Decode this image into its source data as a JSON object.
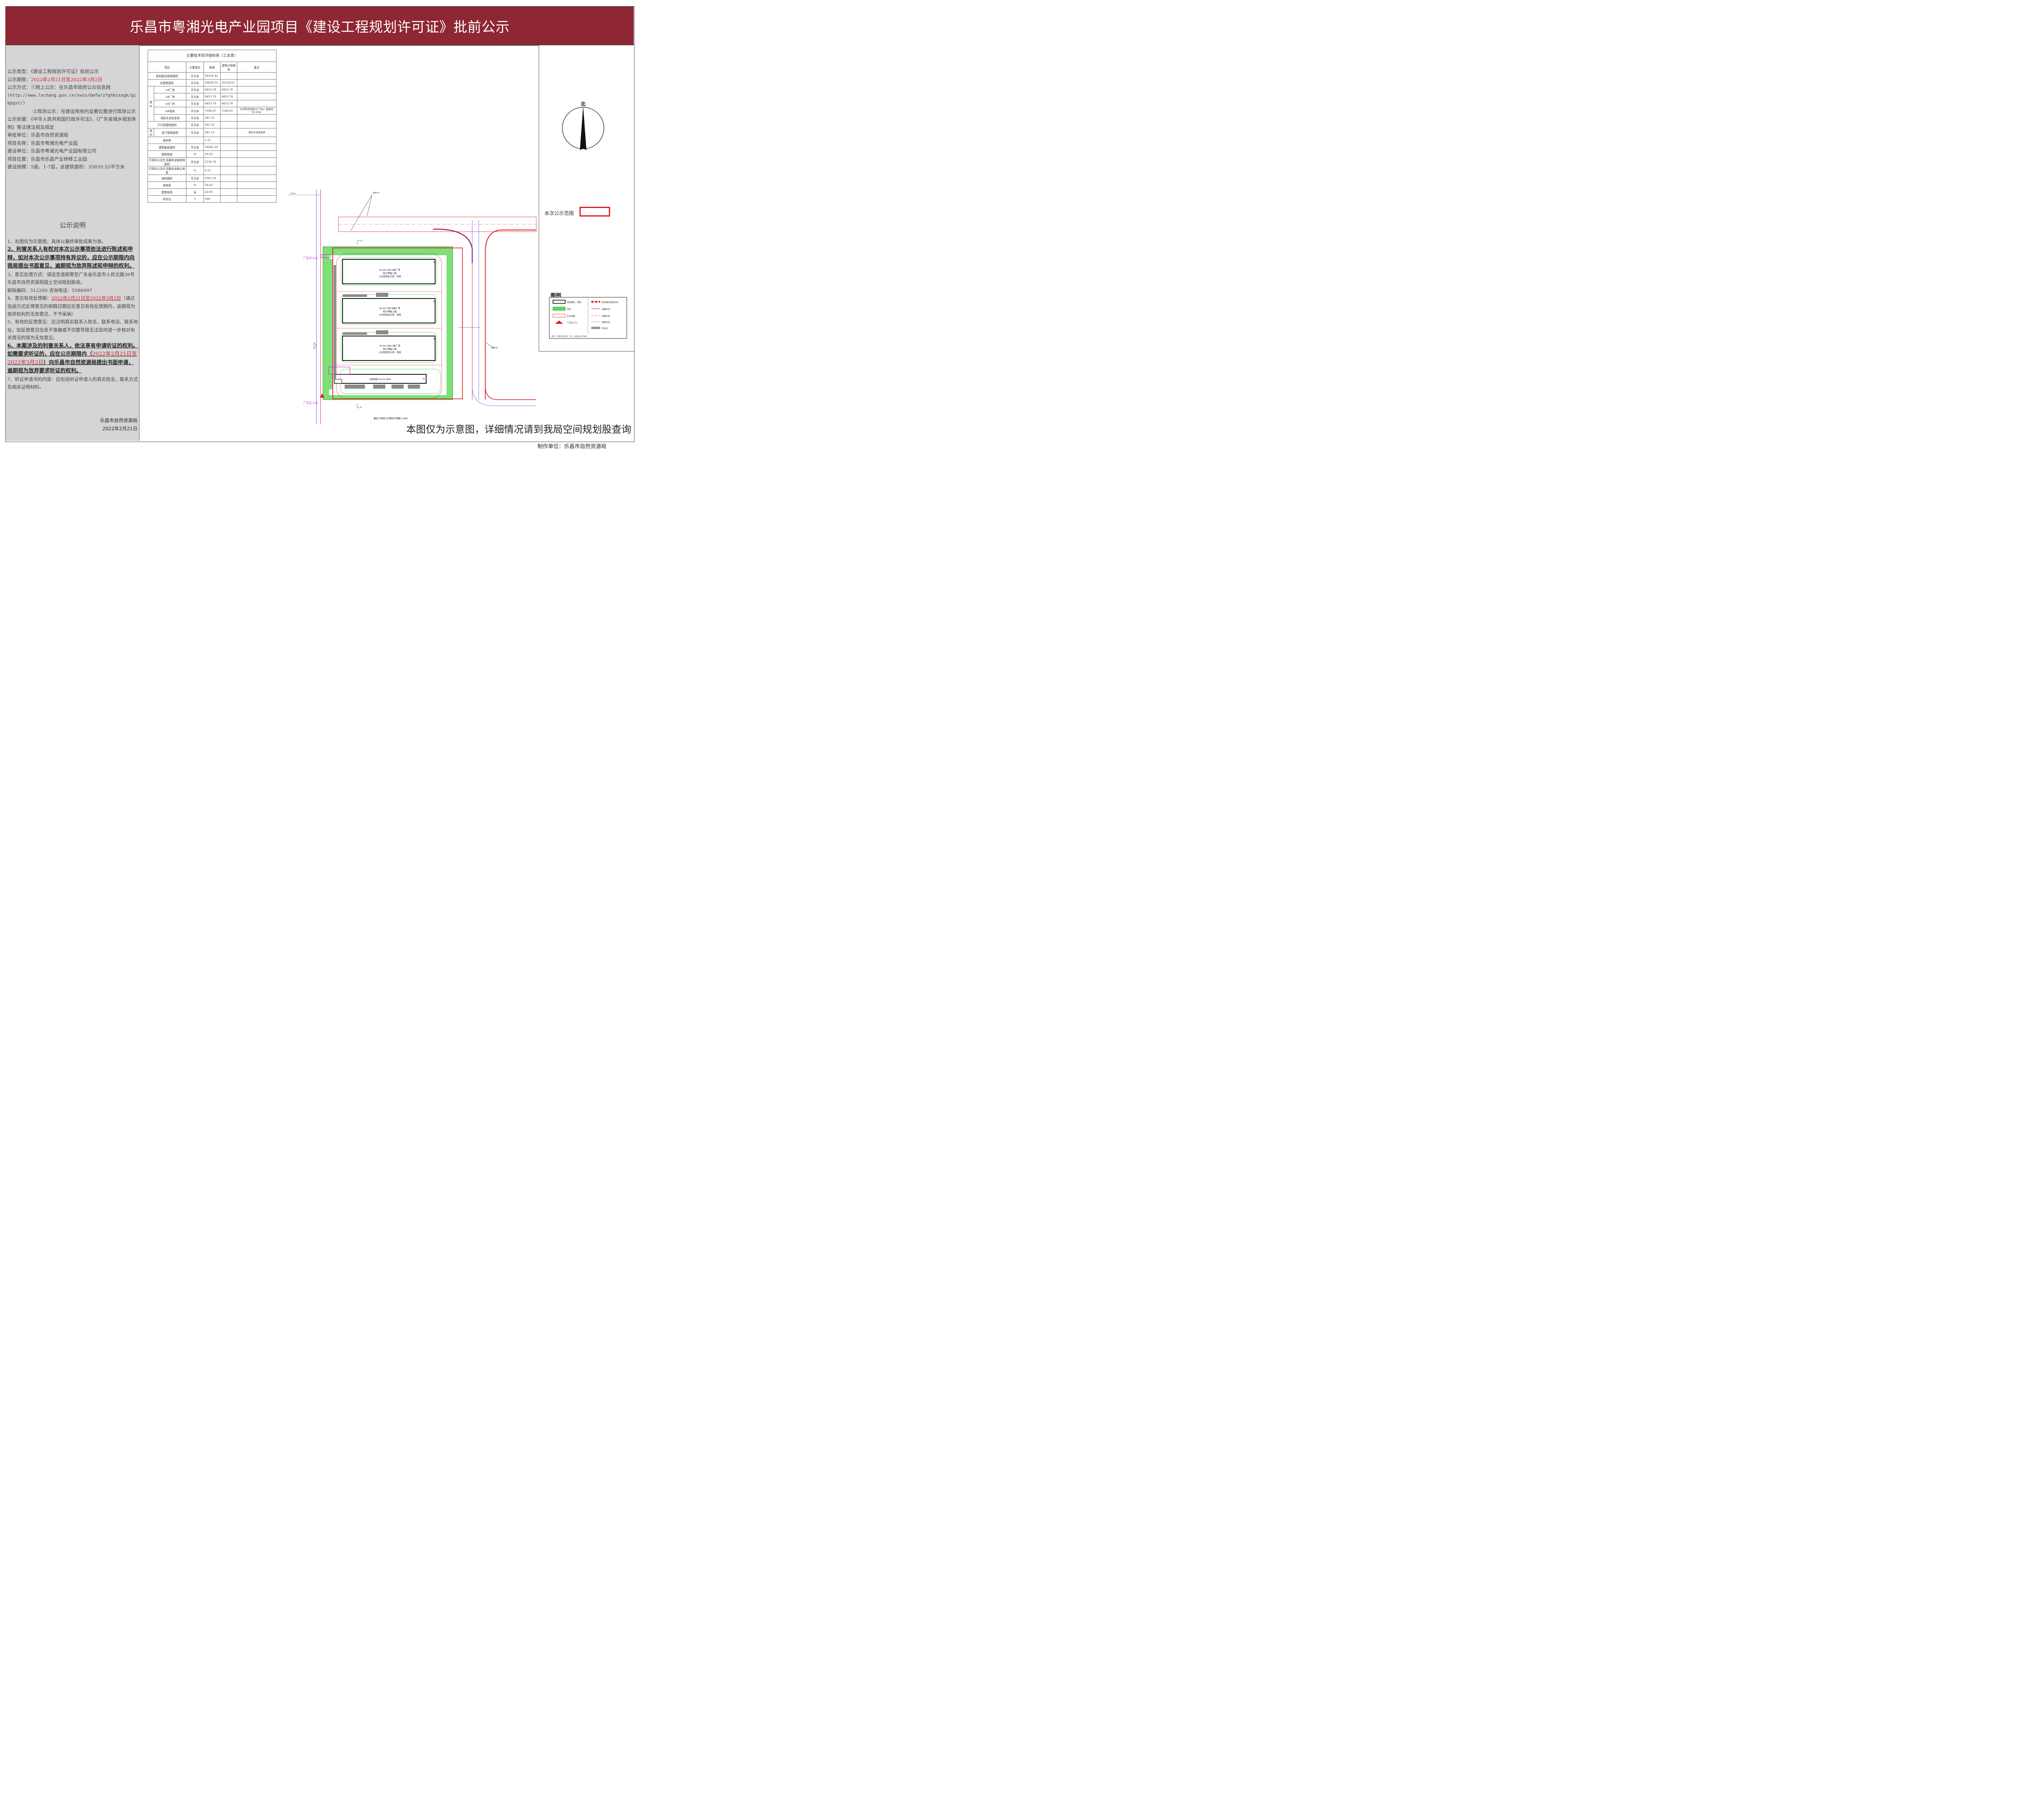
{
  "header": {
    "title": "乐昌市粤湘光电产业园项目《建设工程规划许可证》批前公示"
  },
  "info": {
    "type_label": "公示类型：",
    "type_value": "《建设工程规划许可证》批前公示",
    "period_label": "公示期限：",
    "period_value": "2022年2月21日至2022年3月2日",
    "method_label": "公示方式：",
    "method_1": "①网上公示：在乐昌市政府公众信息网",
    "method_url": "(http://www.lechang.gov.cn/xwzx/bmfw/zfghbzxxgk/gcbpgst/)",
    "method_2": "②现场公示：在建设用地内显著位置进行现场公示",
    "basis_label": "公示依据：",
    "basis_value": "《中华人民共和国行政许可法》、《广东省城乡规划条例》等法律法规及规定",
    "approver_label": "审批单位：",
    "approver_value": "乐昌市自然资源局",
    "project_label": "项目名称：",
    "project_value": "乐昌市粤湘光电产业园",
    "builder_label": "建设单位：",
    "builder_value": "乐昌市粤湘光电产业园有限公司",
    "location_label": "项目位置：",
    "location_value": "乐昌市乐昌产业转移工业园",
    "scale_label": "建设规模：",
    "scale_value": "5座，1-7层，总建筑面积：35839.53平方米"
  },
  "notes": {
    "title": "公示说明",
    "n1": "1、右图仅为示意图，具体以最终审批成果为准。",
    "n2": "2、利害关系人有权对本次公示事项依法进行陈述和申辩，如对本次公示事项持有异议的，应在公示期限内向我局提出书面意见，逾期视为放弃陈述和申辩的权利。",
    "n3": "3、意见反馈方式：请送至或邮寄至广东省乐昌市人民北路36号乐昌市自然资源局国土空间规划股收。",
    "n3b": "邮政编码：512200 咨询电话：5586997",
    "n4a": "4、意见有效反馈期：",
    "n4date": "2022年2月21日至2022年3月2日",
    "n4b": "（通过信函方式反馈意见的邮戳日期应在意见有效反馈期内，逾期视为放弃权利的无效意见，不予采纳）",
    "n5": "5、有效的反馈意见：应注明真实联系人姓名、联系电话、联系地址，如反馈意见信息不准确或不完整导致无法及时进一步核对有关情况的视为无效意见。",
    "n6a": "6、本案涉及的利害关系人，依法享有申请听证的权利。如需要求听证的，应在公示期限内（",
    "n6date": "2022年2月21日至2022年3月2日",
    "n6b": "）向乐昌市自然资源局提出书面申请，逾期视为放弃要求听证的权利。",
    "n7": "7、听证申请书的内容：应包括听证申请人的真实姓名，联系方式及相关证明材料。",
    "signer": "乐昌市自然资源局",
    "date": "2022年2月21日"
  },
  "table": {
    "caption": "主要技术经济指标表（工业类）",
    "headers": [
      "项目",
      "计算单位",
      "数值",
      "建筑计容面积",
      "备注"
    ],
    "rows": [
      {
        "item": "规划建设用地面积",
        "unit": "平方米",
        "value": "29334.42",
        "far": "",
        "note": ""
      },
      {
        "item": "总建筑面积",
        "unit": "平方米",
        "value": "35839.53",
        "far": "35558.01",
        "note": ""
      },
      {
        "item": "1#厂房",
        "unit": "平方米",
        "value": "9453.78",
        "far": "9453.78",
        "note": ""
      },
      {
        "item": "2#厂房",
        "unit": "平方米",
        "value": "9453.78",
        "far": "9453.78",
        "note": ""
      },
      {
        "item": "3#厂房",
        "unit": "平方米",
        "value": "9453.78",
        "far": "9453.78",
        "note": ""
      },
      {
        "item": "4#宿舍",
        "unit": "平方米",
        "value": "7196.67",
        "far": "7196.67",
        "note": "含消防控制室35.76m² 值班室56.43m²"
      },
      {
        "item": "消防水池及泵房",
        "unit": "平方米",
        "value": "281.52",
        "far": "",
        "note": ""
      },
      {
        "item": "不计容建筑面积",
        "unit": "平方米",
        "value": "281.52",
        "far": "",
        "note": ""
      },
      {
        "item": "地下建筑面积",
        "unit": "平方米",
        "value": "281.52",
        "far": "",
        "note": "消防水池及泵房"
      },
      {
        "item": "容积率",
        "unit": "",
        "value": "1.21",
        "far": "",
        "note": ""
      },
      {
        "item": "建筑基底面积",
        "unit": "平方米",
        "value": "10282.20",
        "far": "",
        "note": ""
      },
      {
        "item": "建筑密度",
        "unit": "%",
        "value": "35.05",
        "far": "",
        "note": ""
      },
      {
        "item": "行政办公及生活服务设施用地面积",
        "unit": "平方米",
        "value": "1236.78",
        "far": "",
        "note": ""
      },
      {
        "item": "行政办公及生活服务设施占地率",
        "unit": "%",
        "value": "4.22",
        "far": "",
        "note": ""
      },
      {
        "item": "绿地面积",
        "unit": "平方米",
        "value": "5581.52",
        "far": "",
        "note": ""
      },
      {
        "item": "绿地率",
        "unit": "%",
        "value": "19.03",
        "far": "",
        "note": ""
      },
      {
        "item": "建筑限高",
        "unit": "米",
        "value": "22.95",
        "far": "",
        "note": ""
      },
      {
        "item": "停车位",
        "unit": "个",
        "value": "108",
        "far": "",
        "note": ""
      }
    ],
    "group_label": "其中"
  },
  "map": {
    "north": "北",
    "scope_label": "本次公示范围",
    "gate_secondary": "厂区次入口",
    "gate_main": "厂区主入口",
    "b1": "H=19.75M A栋厂房",
    "b1b": "耐火等级二级",
    "b1c": "火灾危险性分类：丙类",
    "b2": "H=19.75M B栋厂房",
    "b3": "H=19.75M C栋厂房",
    "b4": "D栋宿舍 H=22.95M",
    "floors3": "3F",
    "floors7": "7F",
    "plan_title": "建设工程设计方案总平面图 1:800",
    "road_label": "道路红线",
    "center_label": "道路中线",
    "mark1": "1",
    "legend_title": "图例",
    "legend_note": "说明：1.图中所注坐标、尺寸、标高均以米为单位",
    "legend_items": [
      "规划建筑、层数",
      "规划建设用地红线",
      "绿地",
      "道路红线",
      "道路中线",
      "区内道路",
      "建筑红线",
      "厂区出入口",
      "停车位"
    ]
  },
  "footer": {
    "note": "本图仅为示意图，详细情况请到我局空间规划股查询",
    "maker": "制作单位：乐昌市自然资源局"
  },
  "colors": {
    "header_bg": "#8e2634",
    "red_text": "#d3202a",
    "panel_bg": "#d5d5d5",
    "green": "#3fcf3f",
    "red_line": "#e01b22",
    "magenta": "#c81bd0"
  }
}
